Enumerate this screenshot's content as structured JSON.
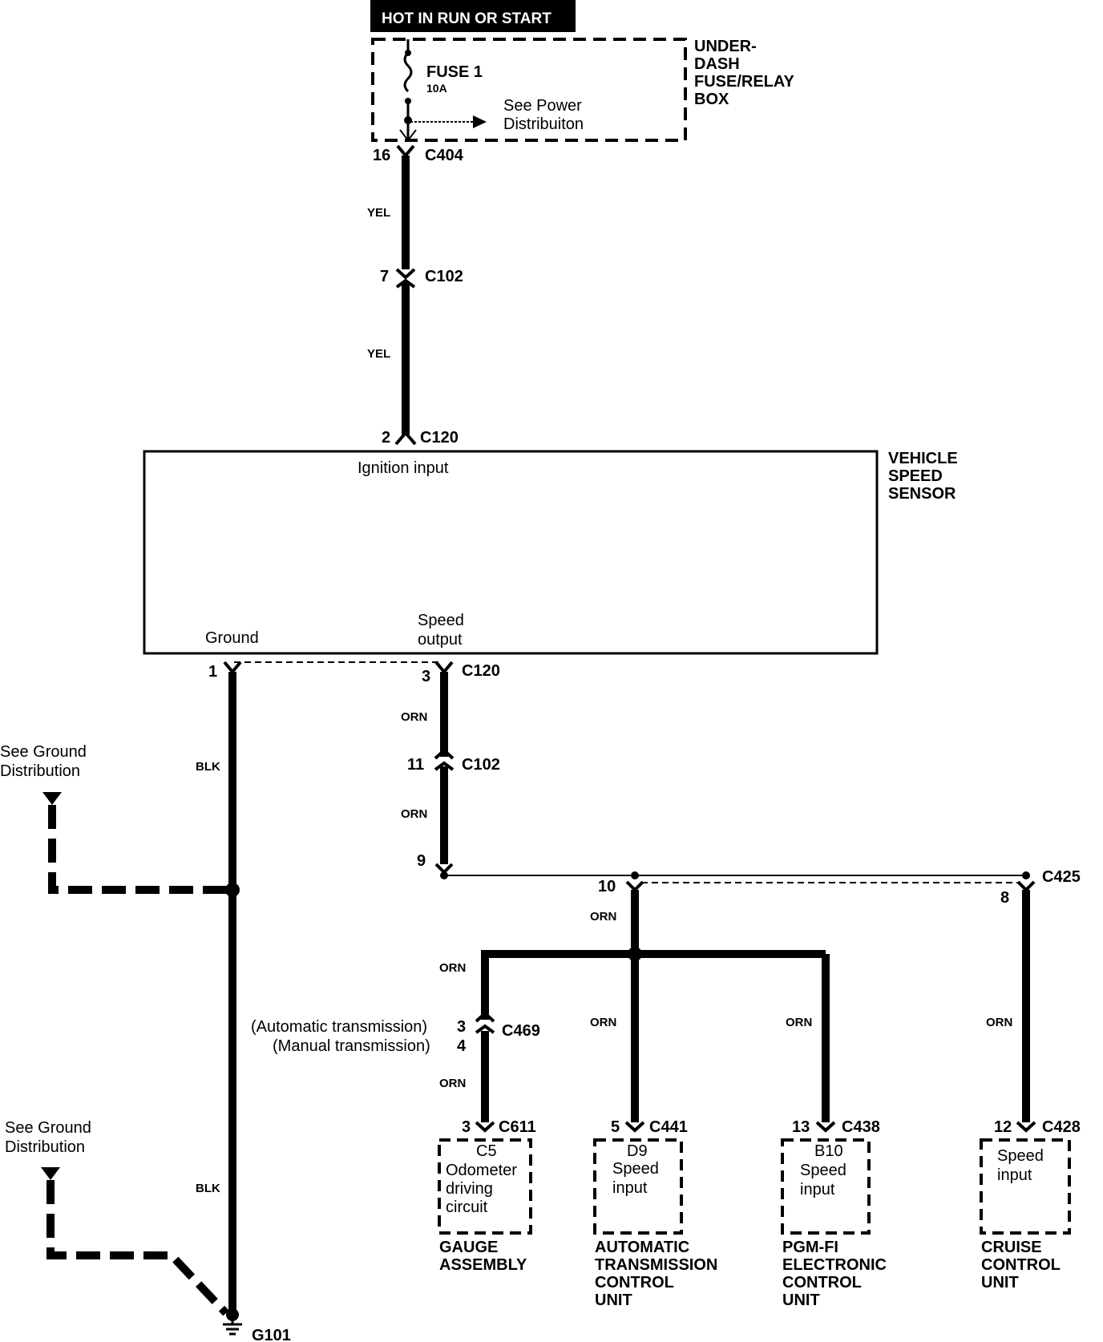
{
  "power": {
    "header": "HOT IN  RUN OR  START",
    "fuse_name": "FUSE 1",
    "fuse_rating": "10A",
    "see_power_line1": "See Power",
    "see_power_line2": "Distribuiton",
    "box_line1": "UNDER-",
    "box_line2": "DASH",
    "box_line3": "FUSE/RELAY",
    "box_line4": "BOX"
  },
  "connectors": {
    "c404_pin": "16",
    "c404": "C404",
    "c102_top_pin": "7",
    "c102_top": "C102",
    "c120_top_pin": "2",
    "c120_top": "C120",
    "c120_ground_pin": "1",
    "c120_speed_pin": "3",
    "c120_bottom": "C120",
    "c102_bottom_pin": "11",
    "c102_bottom": "C102",
    "splice_pin": "9",
    "c425_pin_a": "10",
    "c425_pin_b": "8",
    "c425": "C425",
    "c469_auto": "(Automatic transmission)",
    "c469_auto_pin": "3",
    "c469_manual": "(Manual transmission)",
    "c469_manual_pin": "4",
    "c469": "C469",
    "c611_pin": "3",
    "c611": "C611",
    "c441_pin": "5",
    "c441": "C441",
    "c438_pin": "13",
    "c438": "C438",
    "c428_pin": "12",
    "c428": "C428",
    "g101": "G101"
  },
  "wires": {
    "yel": "YEL",
    "orn": "ORN",
    "blk": "BLK"
  },
  "sensor": {
    "name_line1": "VEHICLE",
    "name_line2": "SPEED",
    "name_line3": "SENSOR",
    "ignition_input": "Ignition input",
    "ground": "Ground",
    "speed_output_line1": "Speed",
    "speed_output_line2": "output"
  },
  "ground_refs": {
    "line1": "See Ground",
    "line2": "Distribution"
  },
  "gauge": {
    "pin_name": "C5",
    "line1": "Odometer",
    "line2": "driving",
    "line3": "circuit",
    "unit_line1": "GAUGE",
    "unit_line2": "ASSEMBLY"
  },
  "atcu": {
    "pin_name": "D9",
    "line1": "Speed",
    "line2": "input",
    "unit_line1": "AUTOMATIC",
    "unit_line2": "TRANSMISSION",
    "unit_line3": "CONTROL",
    "unit_line4": "UNIT"
  },
  "pgmfi": {
    "pin_name": "B10",
    "line1": "Speed",
    "line2": "input",
    "unit_line1": "PGM-FI",
    "unit_line2": "ELECTRONIC",
    "unit_line3": "CONTROL",
    "unit_line4": "UNIT"
  },
  "cruise": {
    "line1": "Speed",
    "line2": "input",
    "unit_line1": "CRUISE",
    "unit_line2": "CONTROL",
    "unit_line3": "UNIT"
  }
}
